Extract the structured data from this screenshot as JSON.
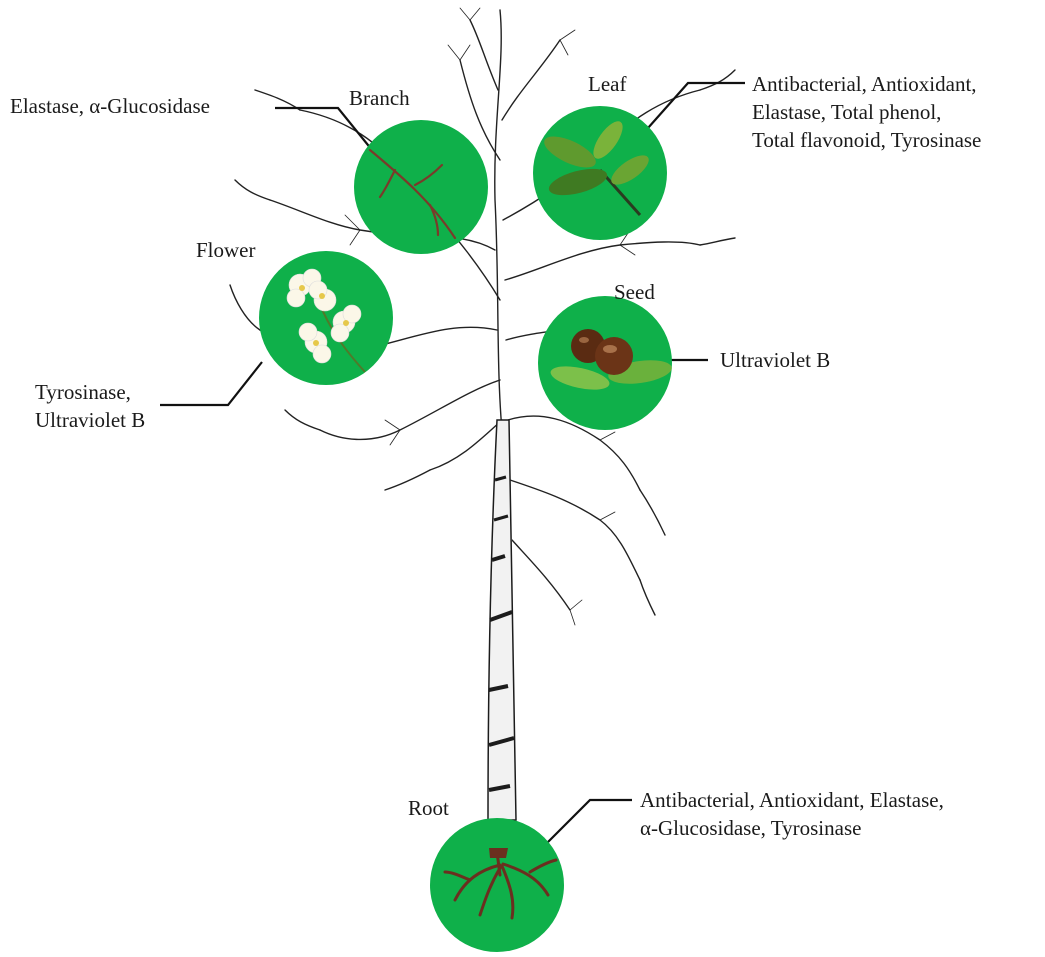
{
  "parts": {
    "branch": {
      "name": "Branch",
      "activities": [
        "Elastase, α-Glucosidase"
      ]
    },
    "leaf": {
      "name": "Leaf",
      "activities": [
        "Antibacterial, Antioxidant,",
        "Elastase, Total phenol,",
        "Total flavonoid, Tyrosinase"
      ]
    },
    "flower": {
      "name": "Flower",
      "activities": [
        "Tyrosinase,",
        "Ultraviolet B"
      ]
    },
    "seed": {
      "name": "Seed",
      "activities": [
        "Ultraviolet B"
      ]
    },
    "root": {
      "name": "Root",
      "activities": [
        "Antibacterial, Antioxidant, Elastase,",
        "α-Glucosidase, Tyrosinase"
      ]
    }
  },
  "colors": {
    "circle": "#0fb04a",
    "trunk": "#f2f2f2",
    "bark": "#1c1c1c",
    "branch_twig": "#7a3b2a",
    "root_brown": "#6b2f1f",
    "leaf_green": "#5f9a2e",
    "flower_white": "#fbf7e8",
    "flower_center": "#e6c84a",
    "seed_brown": "#5a2b12"
  },
  "icons": {
    "branch": "twig-icon",
    "leaf": "leaf-sprig-icon",
    "flower": "jasmine-flower-icon",
    "seed": "seed-nut-icon",
    "root": "root-icon"
  }
}
